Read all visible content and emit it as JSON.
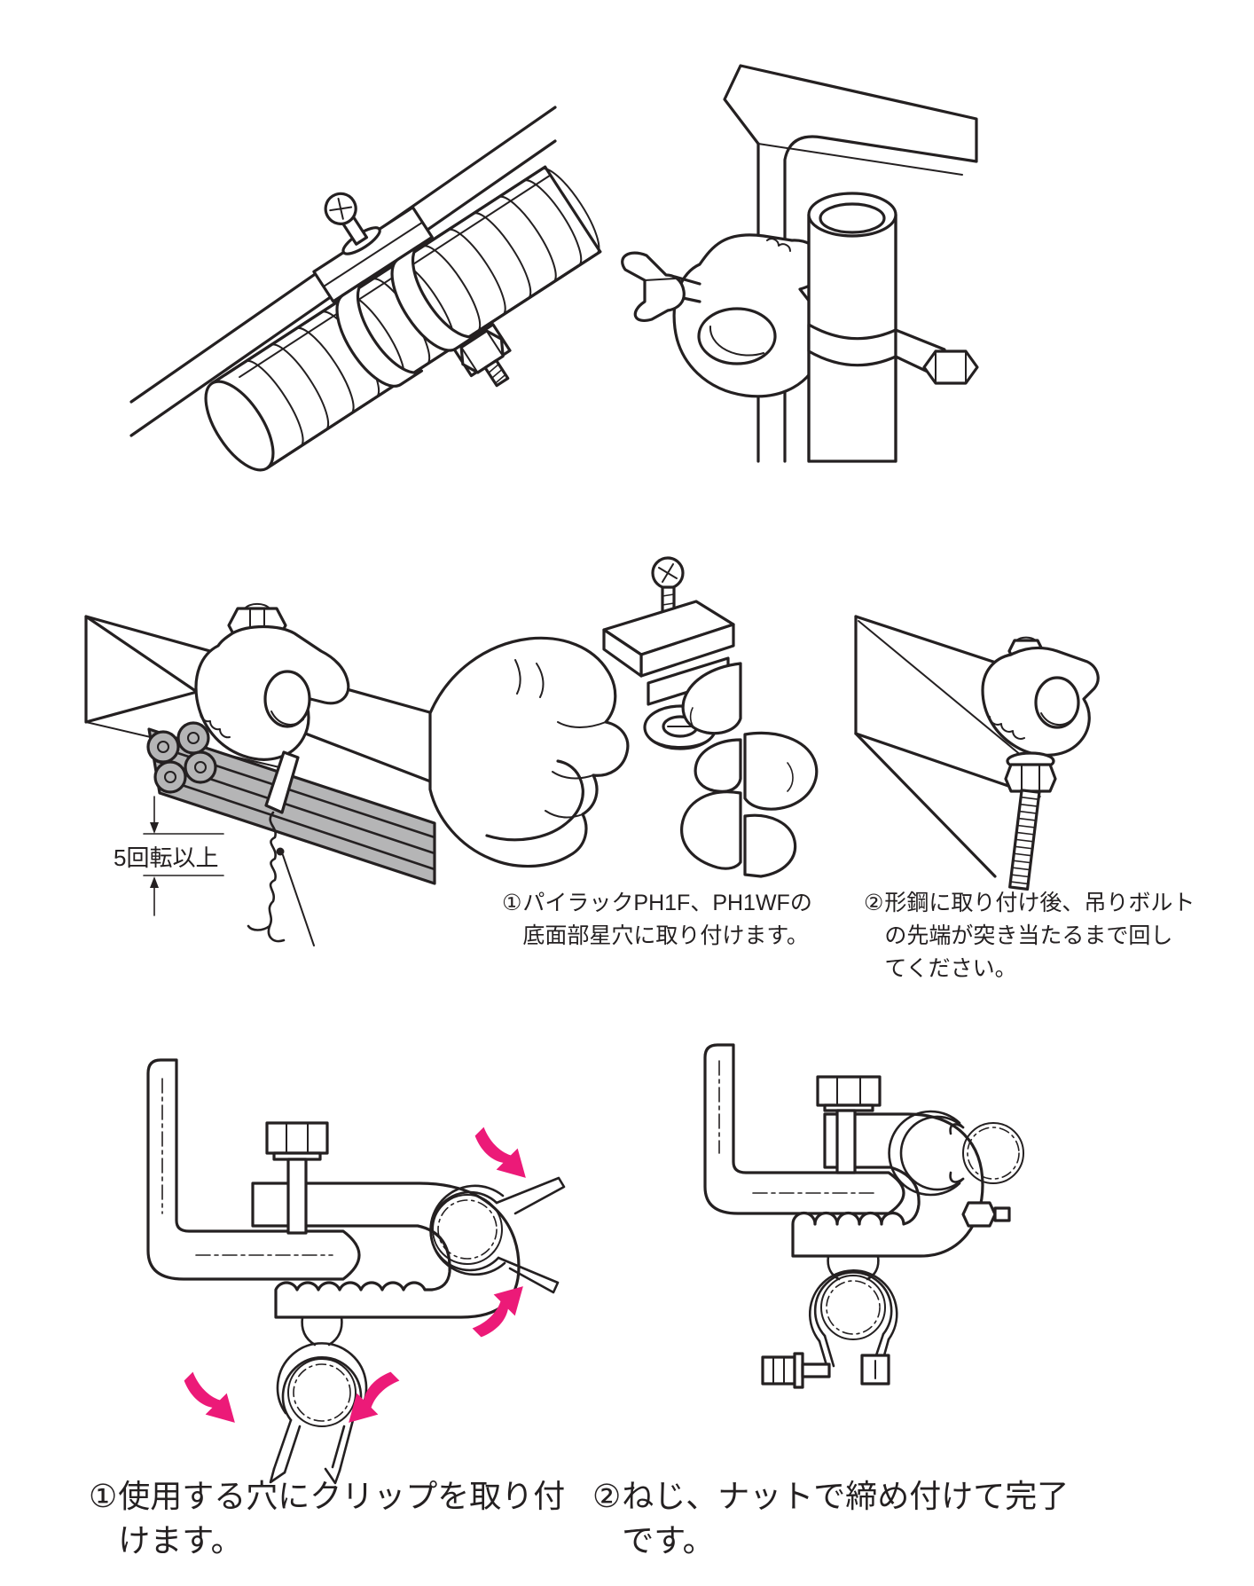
{
  "document": {
    "type": "installation-instruction-figures",
    "language": "ja",
    "background": "#ffffff"
  },
  "colors": {
    "line": "#242021",
    "cable_gray": "#b5b5b6",
    "arrow_pink": "#ec1a78",
    "paper": "#ffffff"
  },
  "annotation": {
    "wire_twist_label": "5回転以上"
  },
  "captions": {
    "attach_star_hole": {
      "number": "①",
      "lines": [
        "パイラックPH1F、PH1WFの",
        "底面部星穴に取り付けます。"
      ]
    },
    "turn_hanging_bolt": {
      "number": "②",
      "lines": [
        "形鋼に取り付け後、吊りボルト",
        "の先端が突き当たるまで回し",
        "てください。"
      ]
    },
    "attach_clip": {
      "number": "①",
      "lines": [
        "使用する穴にクリップを取り付",
        "けます。"
      ]
    },
    "tighten_screw_nut": {
      "number": "②",
      "lines": [
        "ねじ、ナットで締め付けて完了",
        "です。"
      ]
    }
  },
  "figure_names": [
    "saddle-clamp-on-flexible-conduit",
    "clamp-holding-pipe-on-steel-column",
    "clamp-with-cable-bundle-wire-tied",
    "hands-attaching-star-hole-nut",
    "clamp-with-hanging-bolt",
    "clamp-cross-section-attach-clips",
    "clamp-cross-section-tightened"
  ]
}
